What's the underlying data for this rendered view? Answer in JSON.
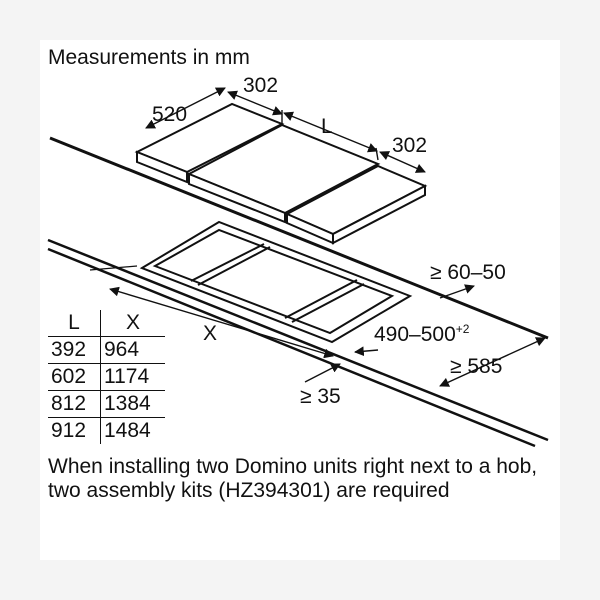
{
  "title": "Measurements in mm",
  "dimensions": {
    "depth": "520",
    "width_left": "302",
    "length_label": "L",
    "width_right": "302",
    "worktop_thickness": "≥ 60–50",
    "cutout_depth": "490–500",
    "cutout_depth_tolerance": "+2",
    "cutout_length_label": "X",
    "min_front_distance": "≥ 35",
    "min_worktop_depth": "≥ 585"
  },
  "table": {
    "headers": [
      "L",
      "X"
    ],
    "rows": [
      [
        "392",
        "964"
      ],
      [
        "602",
        "1174"
      ],
      [
        "812",
        "1384"
      ],
      [
        "912",
        "1484"
      ]
    ]
  },
  "note": "When installing two Domino units right next to a hob, two assembly kits (HZ394301) are required"
}
